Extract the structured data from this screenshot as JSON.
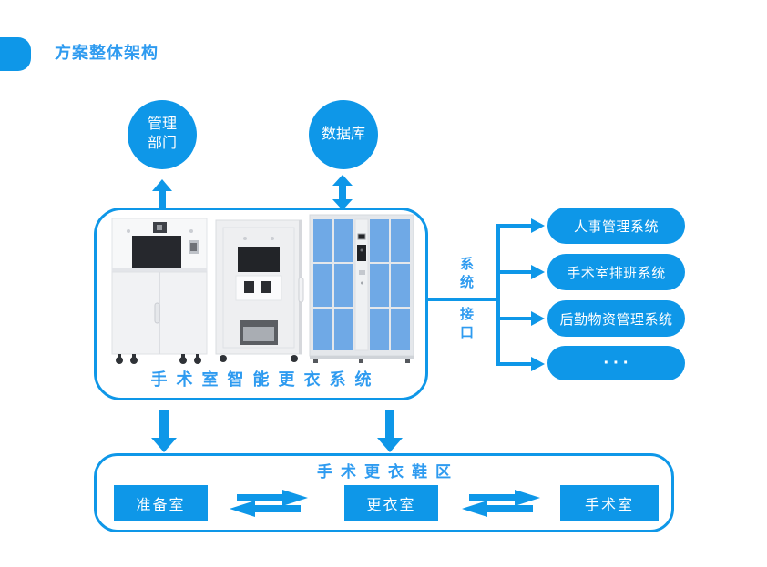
{
  "colors": {
    "accent": "#0E97E8",
    "title_blue": "#2E9BF0",
    "locker_door_blue": "#6FA9E6",
    "machine_body_grey": "#EEEFF1"
  },
  "header": {
    "title": "方案整体架构"
  },
  "nodes": {
    "management": {
      "label": "管理部门"
    },
    "database": {
      "label": "数据库"
    }
  },
  "main_box": {
    "label": "手术室智能更衣系统",
    "machines": [
      "clothes-dispenser-cabinet",
      "clothes-return-machine",
      "smart-locker-cabinet"
    ]
  },
  "interface": {
    "label_line1": "系统",
    "label_line2": "接口",
    "systems": [
      {
        "label": "人事管理系统"
      },
      {
        "label": "手术室排班系统"
      },
      {
        "label": "后勤物资管理系统"
      },
      {
        "label": "···"
      }
    ]
  },
  "bottom_box": {
    "title": "手术更衣鞋区",
    "rooms": [
      {
        "label": "准备室"
      },
      {
        "label": "更衣室"
      },
      {
        "label": "手术室"
      }
    ]
  },
  "icons": {
    "up_arrow": "up-arrow-icon",
    "up_down_arrow": "up-down-arrow-icon",
    "down_arrow": "down-arrow-icon",
    "exchange_arrows": "left-right-exchange-arrows-icon"
  }
}
